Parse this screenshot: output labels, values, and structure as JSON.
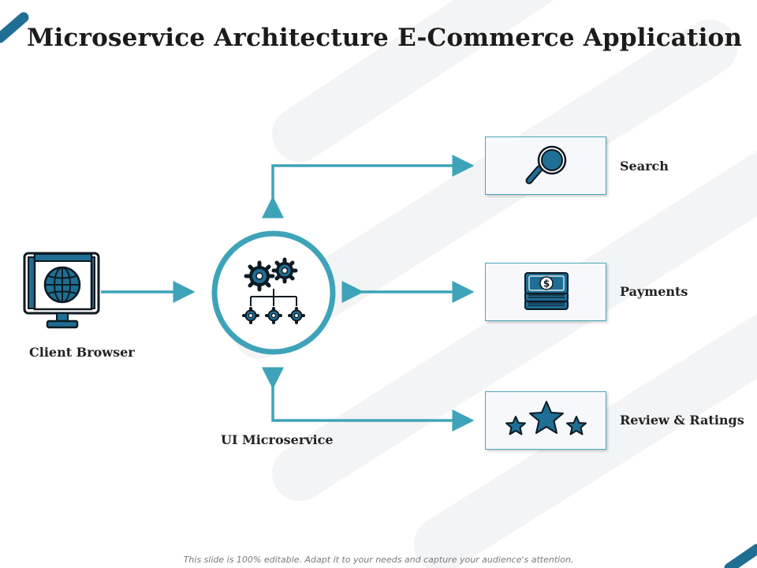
{
  "title": "Microservice Architecture E-Commerce Application",
  "nodes": {
    "client": {
      "label": "Client Browser",
      "icon": "monitor-globe-icon"
    },
    "ui": {
      "label": "UI Microservice",
      "icon": "gears-hierarchy-icon"
    },
    "search": {
      "label": "Search",
      "icon": "magnifier-icon"
    },
    "payments": {
      "label": "Payments",
      "icon": "money-stack-icon"
    },
    "reviews": {
      "label": "Review & Ratings",
      "icon": "stars-icon"
    }
  },
  "footer": "This slide is 100% editable. Adapt it to your needs and capture your audience's attention.",
  "colors": {
    "accent": "#3ea3b9",
    "icon_fill": "#1f6e93",
    "icon_stroke": "#0e1a22",
    "box_bg": "#f6f8fb"
  }
}
